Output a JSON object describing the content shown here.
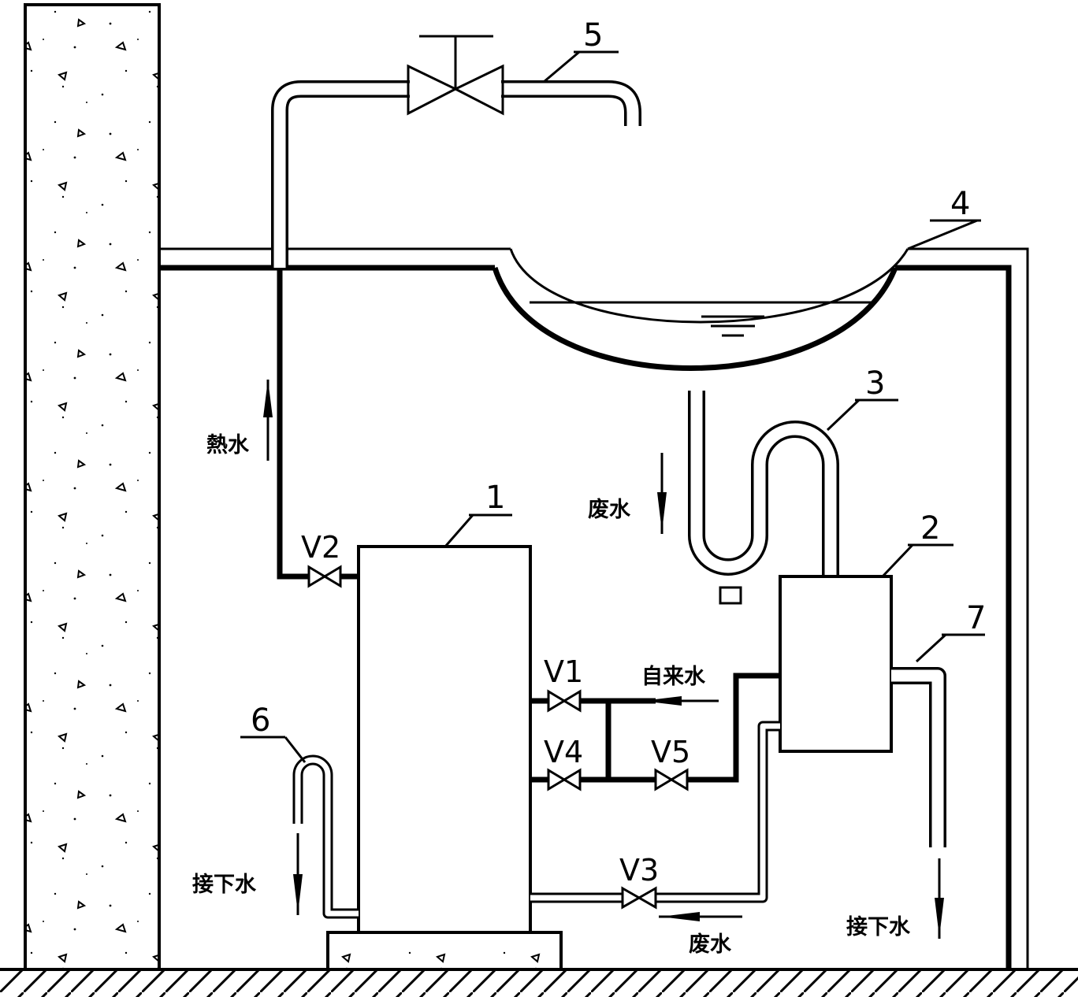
{
  "labels": {
    "component_1": "1",
    "component_2": "2",
    "component_3": "3",
    "component_4": "4",
    "component_5": "5",
    "component_6": "6",
    "component_7": "7",
    "valve_v1": "V1",
    "valve_v2": "V2",
    "valve_v3": "V3",
    "valve_v4": "V4",
    "valve_v5": "V5",
    "hot_water": "熱水",
    "waste_water_sink": "废水",
    "tap_water": "自来水",
    "waste_water_bottom": "废水",
    "receive_water_left": "接下水",
    "receive_water_right": "接下水"
  },
  "colors": {
    "line": "#000000",
    "background": "#ffffff"
  }
}
